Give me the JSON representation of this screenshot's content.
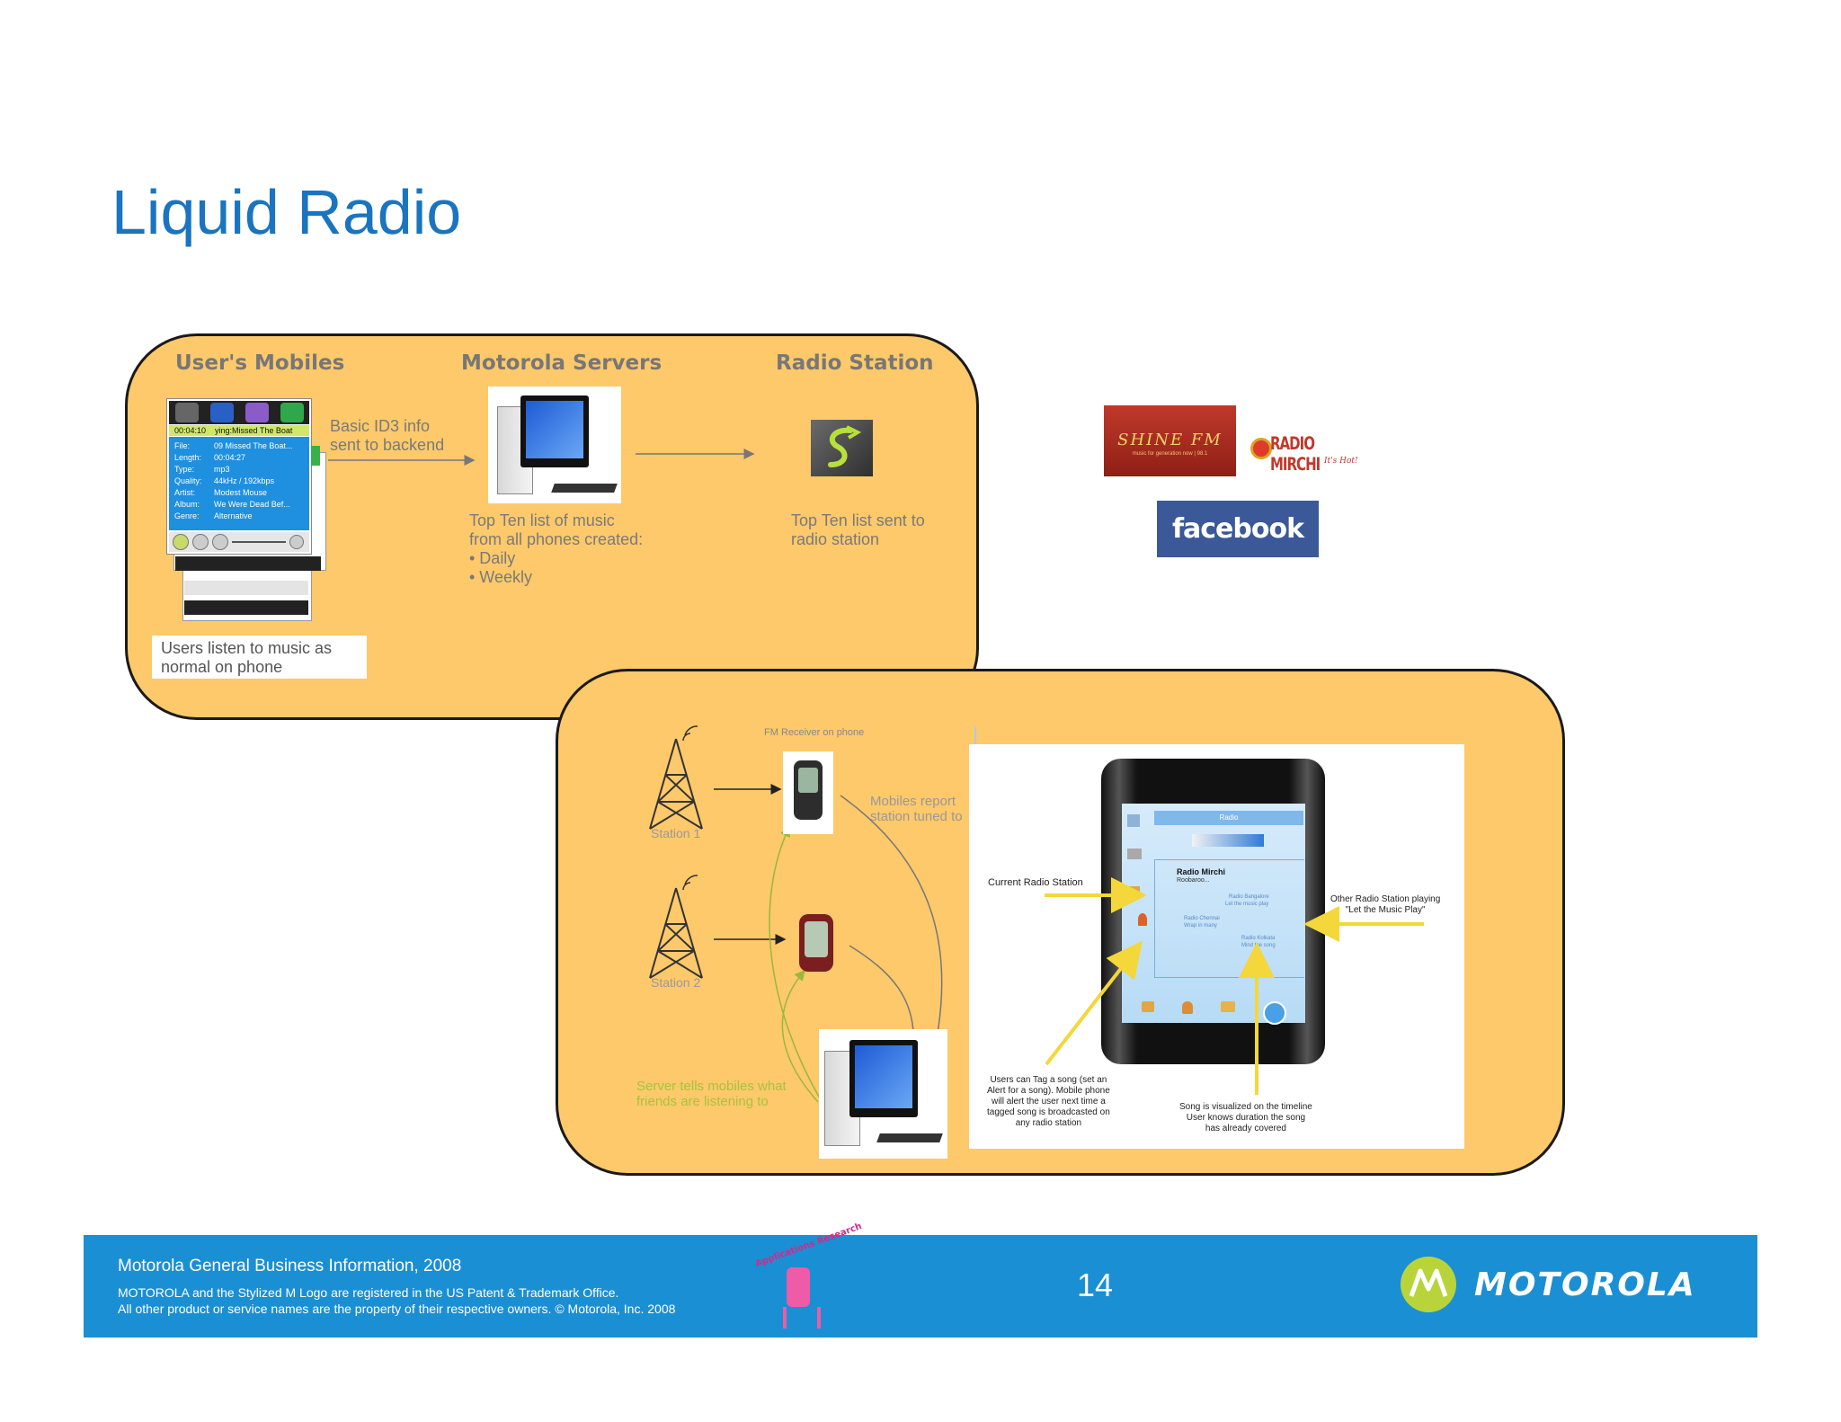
{
  "slide": {
    "title": "Liquid Radio",
    "page_number": "14"
  },
  "top_panel": {
    "col1_header": "User's Mobiles",
    "col2_header": "Motorola Servers",
    "col3_header": "Radio Station",
    "arrow1_label": [
      "Basic ID3 info",
      "sent to backend"
    ],
    "server_caption": [
      "Top Ten list of music",
      "from all phones created:",
      "• Daily",
      "• Weekly"
    ],
    "station_caption": [
      "Top Ten list sent to",
      "radio station"
    ],
    "user_caption": [
      "Users listen to music as",
      "normal on phone"
    ],
    "player": {
      "time": "00:04:10",
      "now_playing": "ying:Missed The Boat",
      "fields": [
        {
          "k": "File:",
          "v": "09 Missed The Boat..."
        },
        {
          "k": "Length:",
          "v": "00:04:27"
        },
        {
          "k": "Type:",
          "v": "mp3"
        },
        {
          "k": "Quality:",
          "v": "44kHz / 192kbps"
        },
        {
          "k": "Artist:",
          "v": "Modest Mouse"
        },
        {
          "k": "Album:",
          "v": "We Were Dead Bef..."
        },
        {
          "k": "Genre:",
          "v": "Alternative"
        }
      ]
    }
  },
  "partner_logos": {
    "shine": "SHINE FM",
    "shine_tagline": "music for generation now | 98.1",
    "mirchi": "RADIO MIRCHI",
    "mirchi_tagline": "It's Hot!",
    "facebook": "facebook"
  },
  "bottom_panel": {
    "fm_receiver_label": "FM Receiver on phone",
    "station1": "Station 1",
    "station2": "Station 2",
    "mobiles_report": [
      "Mobiles report",
      "station tuned to"
    ],
    "server_tells": [
      "Server tells mobiles what",
      "friends are listening to"
    ],
    "phone_screen": {
      "app_title": "Radio",
      "current_station": "Radio Mirchi",
      "current_song": "Roobaroo...",
      "other1": "Radio Bangalore",
      "other1_song": "Let the music play",
      "other2": "Radio Chennai",
      "other2_song": "Wrap in many",
      "other3": "Radio Kolkata",
      "other3_song": "Mind the song"
    },
    "annotations": {
      "current_radio": "Current Radio Station",
      "other_radio": [
        "Other Radio Station playing",
        "\"Let the Music Play\""
      ],
      "tag_song": [
        "Users can Tag a song (set an",
        "Alert for a song). Mobile phone",
        "will alert the user next time a",
        "tagged song is broadcasted on",
        "any radio station"
      ],
      "timeline": [
        "Song is visualized on the timeline",
        "User knows duration the song",
        "has already covered"
      ]
    }
  },
  "footer": {
    "info": "Motorola General Business Information,  2008",
    "legal1": "MOTOROLA and the Stylized M Logo are registered in the US Patent & Trademark Office.",
    "legal2": "All other product or service names are the property of their respective owners. © Motorola, Inc. 2008",
    "mascot_text": "Applications Research",
    "brand": "MOTOROLA"
  },
  "colors": {
    "title": "#1a74bf",
    "panel": "#fdc96a",
    "footer": "#1b8fd3",
    "facebook": "#3b5998"
  }
}
